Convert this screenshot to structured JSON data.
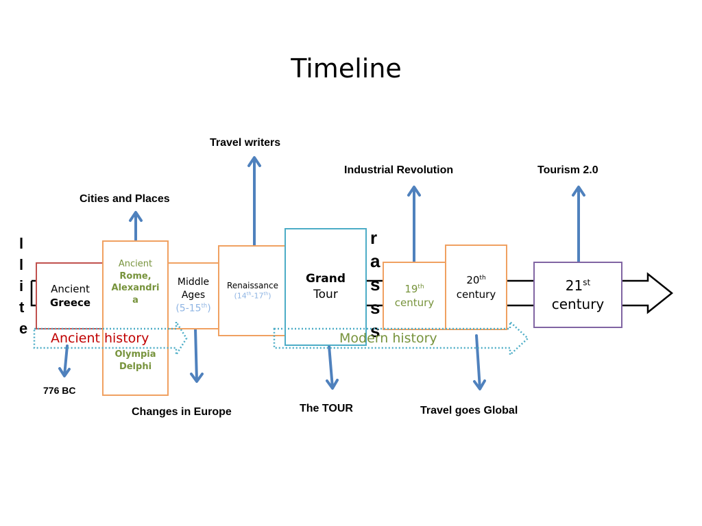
{
  "title": "Timeline",
  "boxes": {
    "ancient_greece": {
      "line1": "Ancient",
      "line2": "Greece"
    },
    "rome": {
      "line1": "Ancient",
      "line2": "Rome,",
      "line3": "Alexandri",
      "line4": "a",
      "line5": "Olympia",
      "line6": "Delphi"
    },
    "middle_ages": {
      "line1": "Middle",
      "line2": "Ages",
      "line3": "(5-15",
      "sup": "th",
      "line3_end": ")"
    },
    "renaissance": {
      "line1": "Renaissance",
      "line2a": "(14",
      "sup1": "th",
      "line2b": "-17",
      "sup2": "th",
      "line2c": ")"
    },
    "grand_tour": {
      "line1": "Grand",
      "line2": "Tour"
    },
    "c19": {
      "num": "19",
      "sup": "th",
      "word": "century"
    },
    "c20": {
      "num": "20",
      "sup": "th",
      "word": "century"
    },
    "c21": {
      "num": "21",
      "sup": "st",
      "word": "century"
    }
  },
  "labels": {
    "travel_writers": "Travel writers",
    "industrial_revolution": "Industrial Revolution",
    "tourism": "Tourism 2.0",
    "cities_places": "Cities and Places",
    "bc776": "776 BC",
    "changes_europe": "Changes in Europe",
    "the_tour": "The TOUR",
    "travel_global": "Travel goes Global"
  },
  "eras": {
    "ancient": "Ancient history",
    "modern": "Modern history"
  },
  "colors": {
    "arrow_blue": "#4f81bd",
    "orange": "#f0a060",
    "red_era": "#c00000",
    "green_era": "#77933c",
    "dotted": "#4bacc6"
  }
}
